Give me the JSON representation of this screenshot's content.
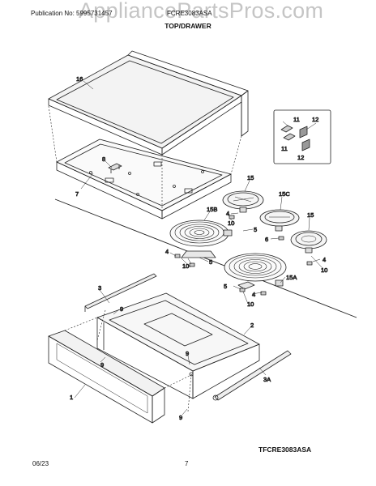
{
  "header": {
    "publication": "Publication No: 5995731457",
    "model": "FCRE3083ASA",
    "section_title": "TOP/DRAWER"
  },
  "watermark": "AppliancePartsPros.com",
  "footer": {
    "date": "06/23",
    "page": "7",
    "diagram_code": "TFCRE3083ASA"
  },
  "callouts": {
    "c16": "16",
    "c7": "7",
    "c8": "8",
    "c15_top": "15",
    "c15C": "15C",
    "c15_right": "15",
    "c15B": "15B",
    "c4_a": "4",
    "c10_a": "10",
    "c5_a": "5",
    "c6": "6",
    "c4_b": "4",
    "c10_b": "10",
    "c5_b": "5",
    "c4_c": "4",
    "c10_c": "10",
    "c15A": "15A",
    "c5_c": "5",
    "c4_d": "4",
    "c10_d": "10",
    "c11_a": "11",
    "c12_a": "12",
    "c11_b": "11",
    "c12_b": "12",
    "c3": "3",
    "c9_a": "9",
    "c9_b": "9",
    "c2": "2",
    "c9_c": "9",
    "c1": "1",
    "c3A": "3A",
    "c9_d": "9"
  }
}
